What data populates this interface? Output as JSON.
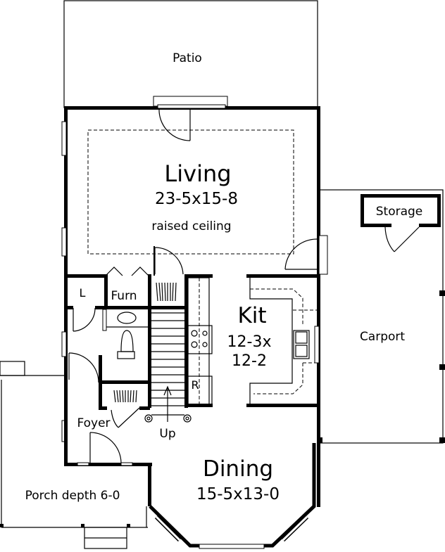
{
  "plan": {
    "rooms": {
      "patio": {
        "name": "Patio"
      },
      "living": {
        "name": "Living",
        "dimensions": "23-5x15-8",
        "note": "raised ceiling"
      },
      "storage": {
        "name": "Storage"
      },
      "laundry": {
        "name": "L"
      },
      "furnace": {
        "name": "Furn"
      },
      "kitchen": {
        "name": "Kit",
        "dimensions_line1": "12-3x",
        "dimensions_line2": "12-2"
      },
      "refrigerator": {
        "name": "R"
      },
      "carport": {
        "name": "Carport"
      },
      "foyer": {
        "name": "Foyer"
      },
      "stairs": {
        "direction": "Up"
      },
      "dining": {
        "name": "Dining",
        "dimensions": "15-5x13-0"
      },
      "porch": {
        "name": "Porch depth 6-0"
      }
    },
    "colors": {
      "line": "#000000",
      "background": "#ffffff"
    }
  }
}
